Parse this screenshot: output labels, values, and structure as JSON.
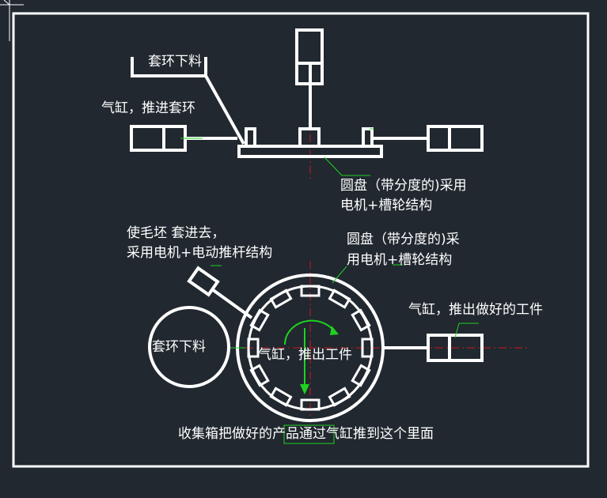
{
  "colors": {
    "background": "#212830",
    "linework": "#ffffff",
    "centerline": "#d01818",
    "leader": "#1fd11f",
    "ucs": "#ffffff"
  },
  "labels": {
    "top_ring_feed": "套环下料",
    "top_cylinder_push": "气缸，推进套环",
    "top_disc_line1": "圆盘（带分度的)采用",
    "top_disc_line2": "电机+槽轮结构",
    "bottom_blank_line1": "使毛坯  套进去，",
    "bottom_blank_line2": "采用电机+电动推杆结构",
    "bottom_disc_line1": "圆盘（带分度的)采",
    "bottom_disc_line2": "用电机+槽轮结构",
    "bottom_cylinder_eject": "气缸，推出做好的工件",
    "ring_feed_circle": "套环下料",
    "center_cylinder": "气缸，推出工件",
    "collection_box": "收集箱把做好的产品通过气缸推到这个里面"
  },
  "icons": {
    "rotation_arrow": "rotation-arrow-icon",
    "down_arrow": "arrow-down-icon"
  }
}
